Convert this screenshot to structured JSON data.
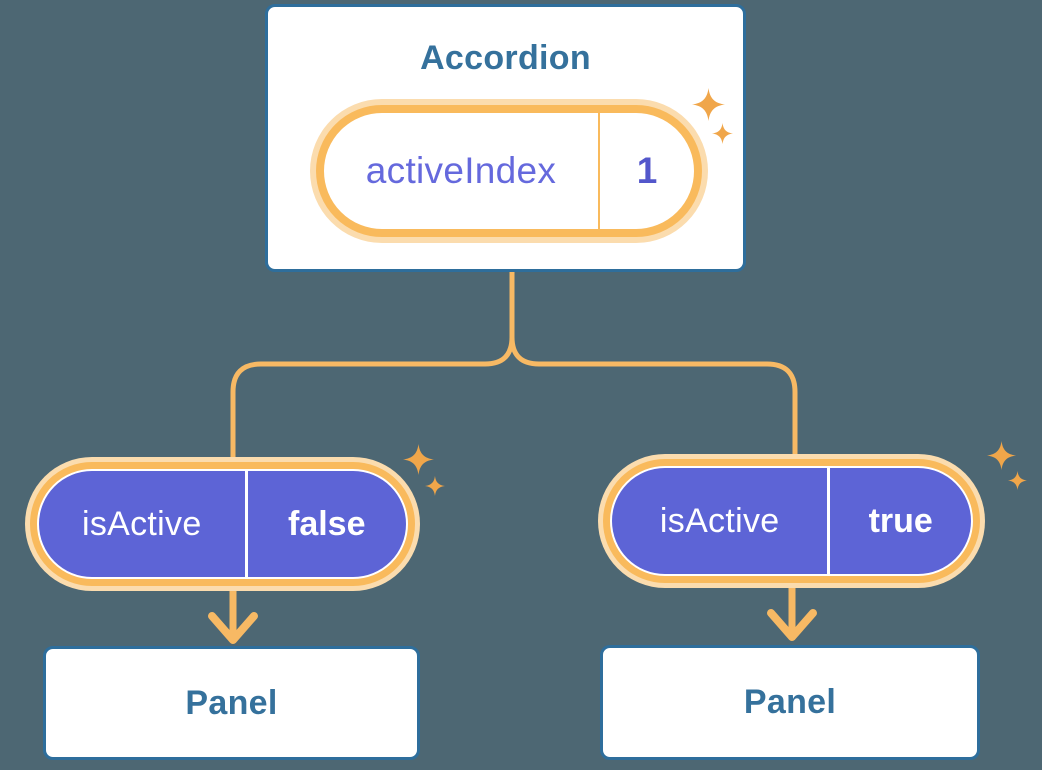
{
  "diagram": {
    "type": "component-tree",
    "description": "Lifting state up: Accordion holds activeIndex state and passes isActive props to two Panel children",
    "root": {
      "title": "Accordion",
      "pill": {
        "label": "activeIndex",
        "value": "1"
      }
    },
    "children": [
      {
        "pill": {
          "label": "isActive",
          "value": "false"
        },
        "panel_label": "Panel"
      },
      {
        "pill": {
          "label": "isActive",
          "value": "true"
        },
        "panel_label": "Panel"
      }
    ],
    "icons": [
      "sparkle-icon",
      "arrow-down-icon",
      "branch-connector"
    ],
    "colors": {
      "background": "#4d6773",
      "card_border": "#2e6e9c",
      "blue_text": "#35719c",
      "connector_orange": "#f7b964",
      "pill_ring_orange": "#f9ba5c",
      "pill_halo": "#fbdcae",
      "sparkle_orange": "#f0a64a",
      "prop_pill_fill": "#5d64d6",
      "state_label_purple": "#6569dd",
      "state_value_purple": "#5357cb"
    }
  }
}
